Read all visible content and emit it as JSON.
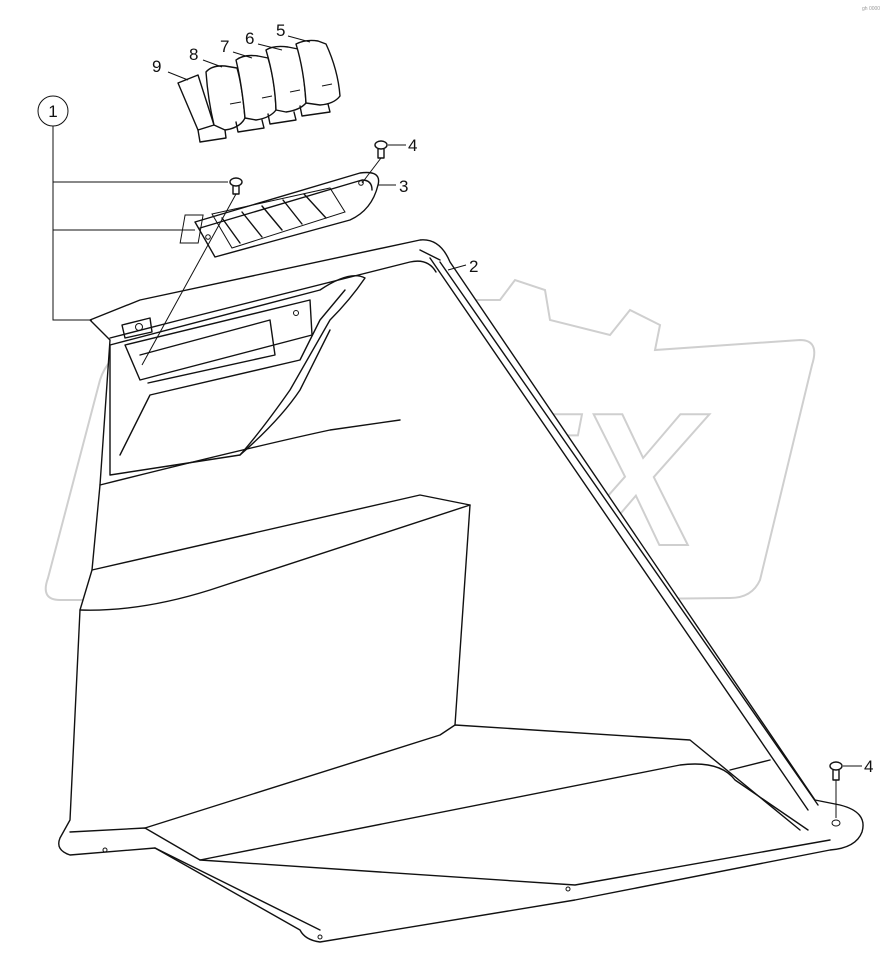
{
  "watermark": {
    "text": "OPEX",
    "color": "#d0d0d0"
  },
  "corner_note": "gh 0000",
  "callouts": [
    {
      "id": "callout-1",
      "label": "1",
      "circled": true
    },
    {
      "id": "callout-2",
      "label": "2"
    },
    {
      "id": "callout-3",
      "label": "3"
    },
    {
      "id": "callout-4-top",
      "label": "4"
    },
    {
      "id": "callout-4-bottom",
      "label": "4"
    },
    {
      "id": "callout-5",
      "label": "5"
    },
    {
      "id": "callout-6",
      "label": "6"
    },
    {
      "id": "callout-7",
      "label": "7"
    },
    {
      "id": "callout-8",
      "label": "8"
    },
    {
      "id": "callout-9",
      "label": "9"
    }
  ]
}
